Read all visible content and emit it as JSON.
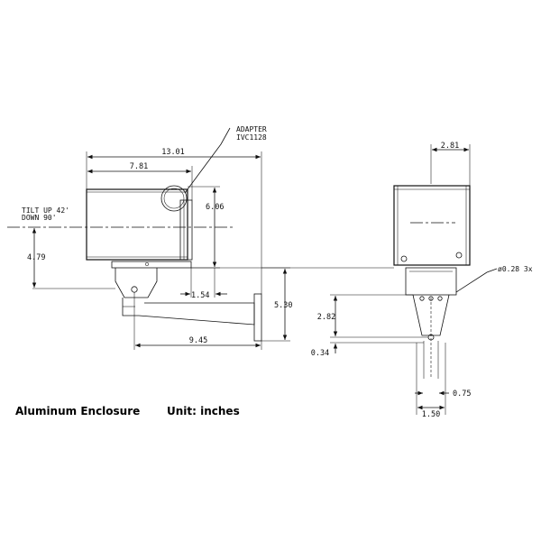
{
  "captions": {
    "enclosure": "Aluminum Enclosure",
    "unit": "Unit: inches"
  },
  "callouts": {
    "adapter_line1": "ADAPTER",
    "adapter_line2": "IVC1128",
    "tilt_line1": "TILT UP 42'",
    "tilt_line2": "DOWN 90'",
    "hole": "ø0.28  3x"
  },
  "dimensions": {
    "overall_length": "13.01",
    "housing_length": "7.81",
    "housing_height": "6.06",
    "centerline_height": "4.79",
    "bracket_offset": "1.54",
    "overall_height": "5.30",
    "arm_length": "9.45",
    "front_width": "2.81",
    "mount_height": "2.82",
    "mount_offset": "0.34",
    "hole_spacing_small": "0.75",
    "hole_spacing_large": "1.50"
  }
}
